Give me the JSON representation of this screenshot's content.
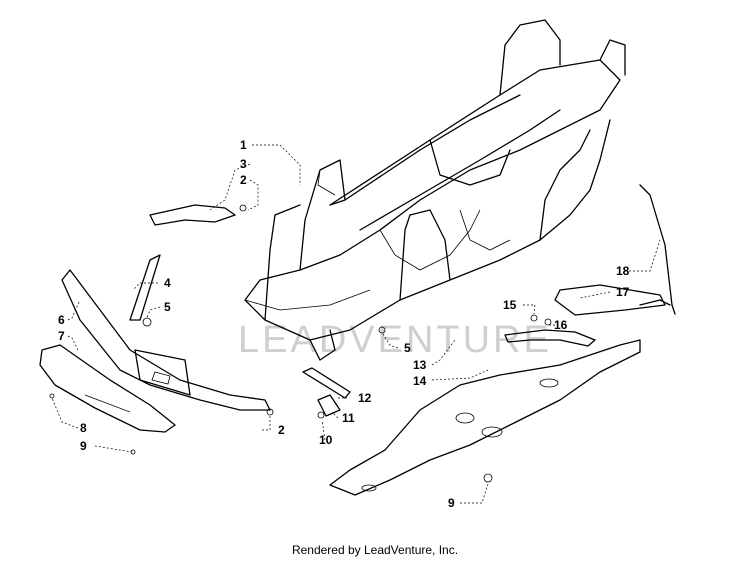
{
  "callouts": {
    "c1": "1",
    "c3": "3",
    "c2a": "2",
    "c4": "4",
    "c5a": "5",
    "c6": "6",
    "c7": "7",
    "c8": "8",
    "c9a": "9",
    "c2b": "2",
    "c5b": "5",
    "c13": "13",
    "c14": "14",
    "c12": "12",
    "c11": "11",
    "c10": "10",
    "c15": "15",
    "c16": "16",
    "c17": "17",
    "c18": "18",
    "c9b": "9"
  },
  "watermark": "LEADVENTURE",
  "footer": "Rendered by LeadVenture, Inc."
}
